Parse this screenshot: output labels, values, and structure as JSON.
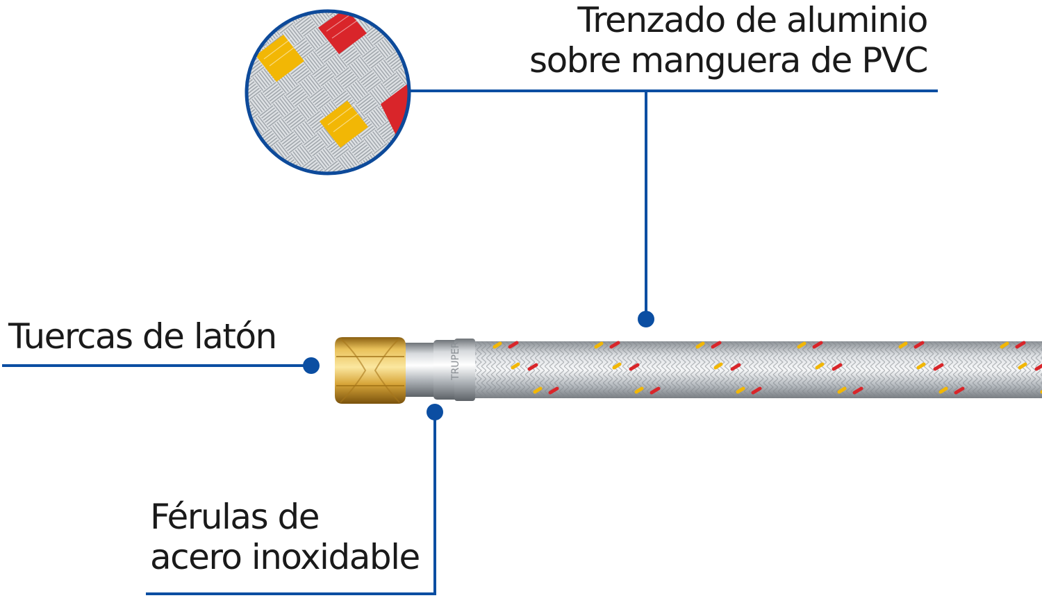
{
  "labels": {
    "braid": {
      "line1": "Trenzado de aluminio",
      "line2": "sobre manguera de PVC"
    },
    "nuts": "Tuercas de latón",
    "ferrules": {
      "line1": "Férulas de",
      "line2": "acero inoxidable"
    }
  },
  "colors": {
    "callout_line": "#0b4ea2",
    "callout_border": "#0d4a9a",
    "brass": "#d9a93a",
    "braid_yellow": "#f2b705",
    "braid_red": "#d9252a",
    "steel": "#c8ccd0",
    "text": "#1a1a1a"
  }
}
